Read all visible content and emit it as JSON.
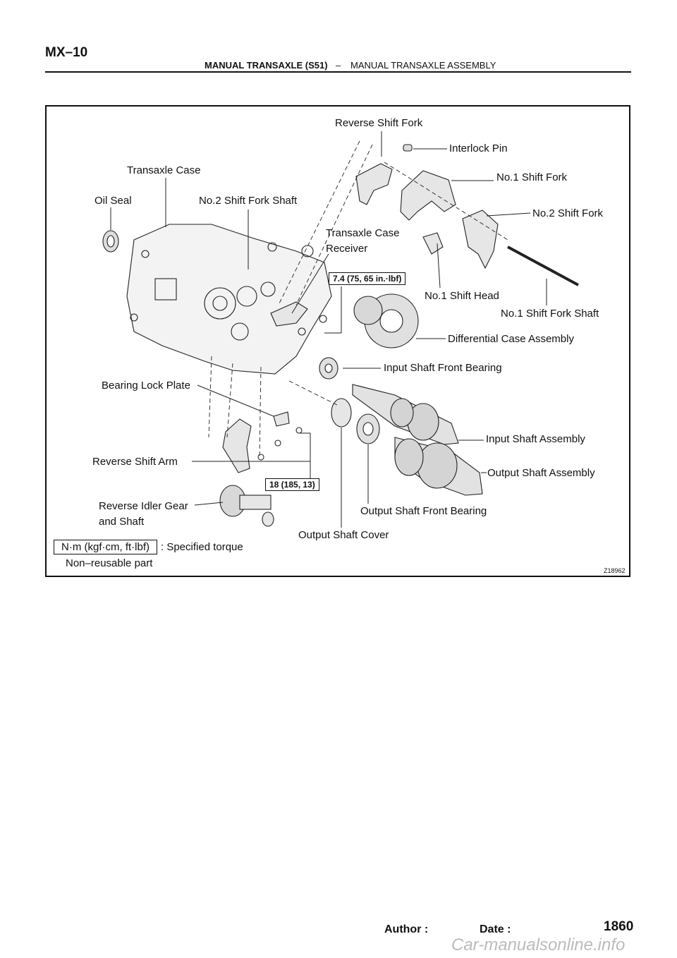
{
  "header": {
    "page_code": "MX–10",
    "section": "MANUAL TRANSAXLE (S51)",
    "separator": "–",
    "subsection": "MANUAL TRANSAXLE ASSEMBLY"
  },
  "figure": {
    "id": "Z18962",
    "labels": {
      "reverse_shift_fork": "Reverse Shift Fork",
      "interlock_pin": "Interlock Pin",
      "transaxle_case": "Transaxle Case",
      "no1_shift_fork": "No.1 Shift Fork",
      "oil_seal": "Oil Seal",
      "no2_shift_fork_shaft": "No.2 Shift Fork Shaft",
      "no2_shift_fork": "No.2 Shift Fork",
      "transaxle_case_receiver_1": "Transaxle Case",
      "transaxle_case_receiver_2": "Receiver",
      "no1_shift_head": "No.1 Shift Head",
      "no1_shift_fork_shaft": "No.1 Shift Fork Shaft",
      "differential_case_assembly": "Differential Case Assembly",
      "input_shaft_front_bearing": "Input Shaft Front Bearing",
      "bearing_lock_plate": "Bearing Lock Plate",
      "input_shaft_assembly": "Input Shaft Assembly",
      "reverse_shift_arm": "Reverse Shift Arm",
      "output_shaft_assembly": "Output Shaft Assembly",
      "reverse_idler_gear_1": "Reverse Idler Gear",
      "reverse_idler_gear_2": "and Shaft",
      "output_shaft_front_bearing": "Output Shaft Front Bearing",
      "output_shaft_cover": "Output Shaft Cover"
    },
    "torques": {
      "t1": "7.4 (75, 65 in.·lbf)",
      "t2": "18 (185, 13)"
    },
    "legend": {
      "unit_box": "N·m (kgf·cm, ft·lbf)",
      "torque_text": ": Specified torque",
      "nonreusable": "Non–reusable part"
    }
  },
  "footer": {
    "author_label": "Author :",
    "date_label": "Date :",
    "page_number": "1860"
  },
  "watermark": "Car-manualsonline.info"
}
